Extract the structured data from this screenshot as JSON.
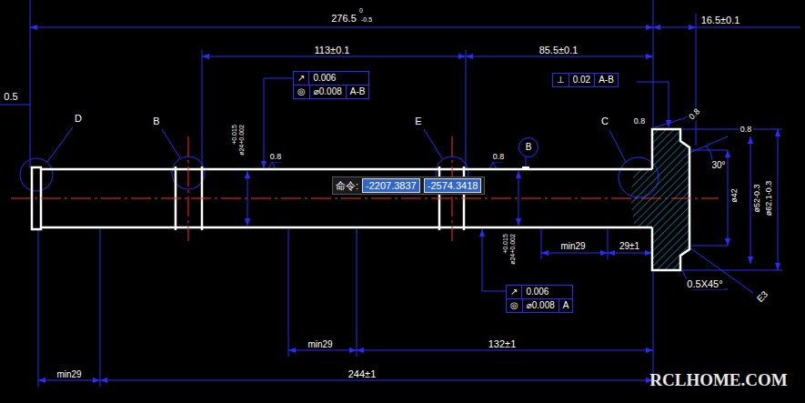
{
  "diagram": {
    "nodes": [
      {
        "text": [
          "↗",
          "0.006",
          "◎",
          "⌀0.008",
          "A-B"
        ]
      },
      {
        "text": [
          "⊥",
          "0.02",
          "A-B"
        ]
      },
      {
        "text": [
          "↗",
          "0.006",
          "◎",
          "⌀0.008",
          "A"
        ]
      },
      {
        "text": [
          "命令:",
          "-2207.3837",
          "-2574.3418"
        ]
      },
      {
        "text": [
          "B"
        ]
      }
    ],
    "labels": [
      "276.5",
      "0",
      "-0.5",
      "16.5±0.1",
      "113±0.1",
      "85.5±0.1",
      "0.5",
      "D",
      "B",
      "E",
      "C",
      "+0.015",
      "ø24+0.002",
      "0.8",
      "0.8",
      "0.8",
      "0.8",
      "0.8",
      "30°",
      "ø42",
      "ø52-0.3",
      "ø62.1-0.3",
      "+0.015",
      "ø24+0.002",
      "min29",
      "29±1",
      "0.5X45°",
      "E3",
      "min29",
      "132±1",
      "min29",
      "244±1",
      "RCLHOME.COM"
    ]
  }
}
